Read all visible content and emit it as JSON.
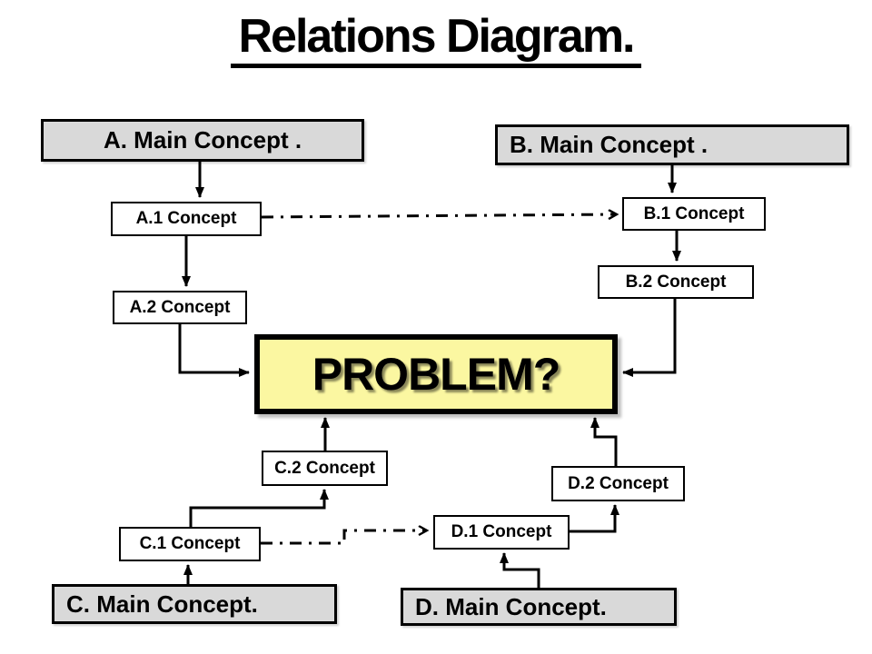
{
  "title": "Relations Diagram.",
  "nodes": {
    "main_a": {
      "label": "A. Main Concept ."
    },
    "main_b": {
      "label": "B. Main Concept ."
    },
    "main_c": {
      "label": "C. Main Concept."
    },
    "main_d": {
      "label": "D. Main Concept."
    },
    "a1": {
      "label": "A.1 Concept"
    },
    "a2": {
      "label": "A.2 Concept"
    },
    "b1": {
      "label": "B.1 Concept"
    },
    "b2": {
      "label": "B.2 Concept"
    },
    "c1": {
      "label": "C.1 Concept"
    },
    "c2": {
      "label": "C.2 Concept"
    },
    "d1": {
      "label": "D.1 Concept"
    },
    "d2": {
      "label": "D.2 Concept"
    },
    "problem": {
      "label": "PROBLEM?"
    }
  },
  "relations": [
    {
      "from": "main_a",
      "to": "a1",
      "type": "solid-arrow"
    },
    {
      "from": "a1",
      "to": "a2",
      "type": "solid-arrow"
    },
    {
      "from": "a2",
      "to": "problem",
      "type": "solid-elbow-arrow"
    },
    {
      "from": "main_b",
      "to": "b1",
      "type": "solid-arrow"
    },
    {
      "from": "b1",
      "to": "b2",
      "type": "solid-arrow"
    },
    {
      "from": "b2",
      "to": "problem",
      "type": "solid-elbow-arrow"
    },
    {
      "from": "a1",
      "to": "b1",
      "type": "dash-dot-arrow"
    },
    {
      "from": "main_c",
      "to": "c1",
      "type": "solid-arrow"
    },
    {
      "from": "c1",
      "to": "c2",
      "type": "solid-elbow-arrow"
    },
    {
      "from": "c2",
      "to": "problem",
      "type": "solid-arrow"
    },
    {
      "from": "c1",
      "to": "d1",
      "type": "dash-dot-arrow"
    },
    {
      "from": "main_d",
      "to": "d1",
      "type": "solid-elbow-arrow"
    },
    {
      "from": "d1",
      "to": "d2",
      "type": "solid-elbow-arrow"
    },
    {
      "from": "d2",
      "to": "problem",
      "type": "solid-elbow-arrow"
    }
  ],
  "colors": {
    "background": "#ffffff",
    "main_box_fill": "#d9d9d9",
    "sub_box_fill": "#ffffff",
    "problem_fill": "#fbf7a1",
    "line": "#000000",
    "text": "#000000"
  }
}
